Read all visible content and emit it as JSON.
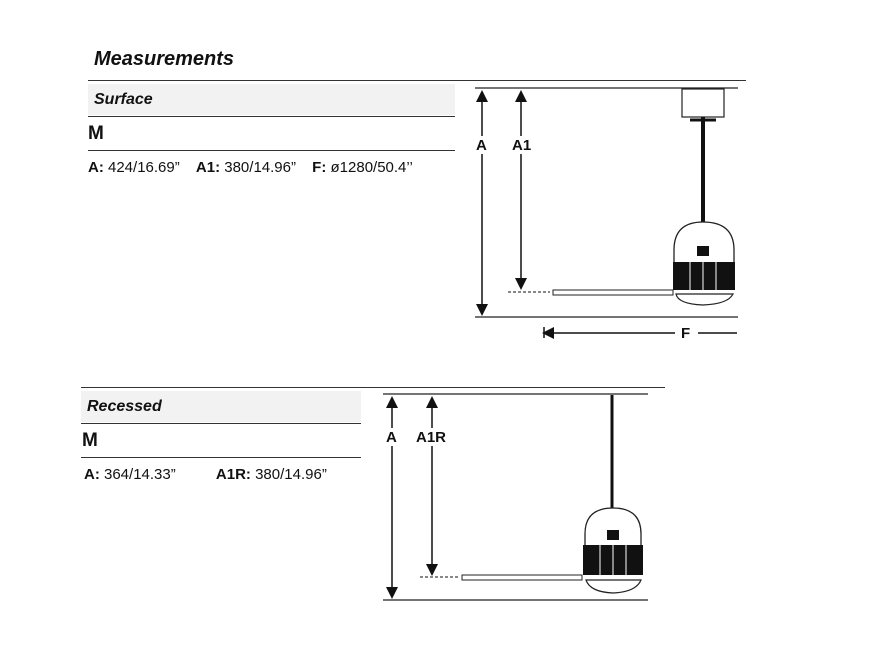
{
  "title": "Measurements",
  "surface": {
    "heading": "Surface",
    "model": "M",
    "specs": [
      {
        "label": "A:",
        "value": "424/16.69”"
      },
      {
        "label": "A1:",
        "value": "380/14.96”"
      },
      {
        "label": "F:",
        "value": "ø1280/50.4’’"
      }
    ],
    "dim_labels": {
      "a": "A",
      "a1": "A1",
      "f": "F"
    }
  },
  "recessed": {
    "heading": "Recessed",
    "model": "M",
    "specs": [
      {
        "label": "A:",
        "value": "364/14.33”"
      },
      {
        "label": "A1R:",
        "value": "380/14.96”"
      }
    ],
    "dim_labels": {
      "a": "A",
      "a1r": "A1R"
    }
  }
}
